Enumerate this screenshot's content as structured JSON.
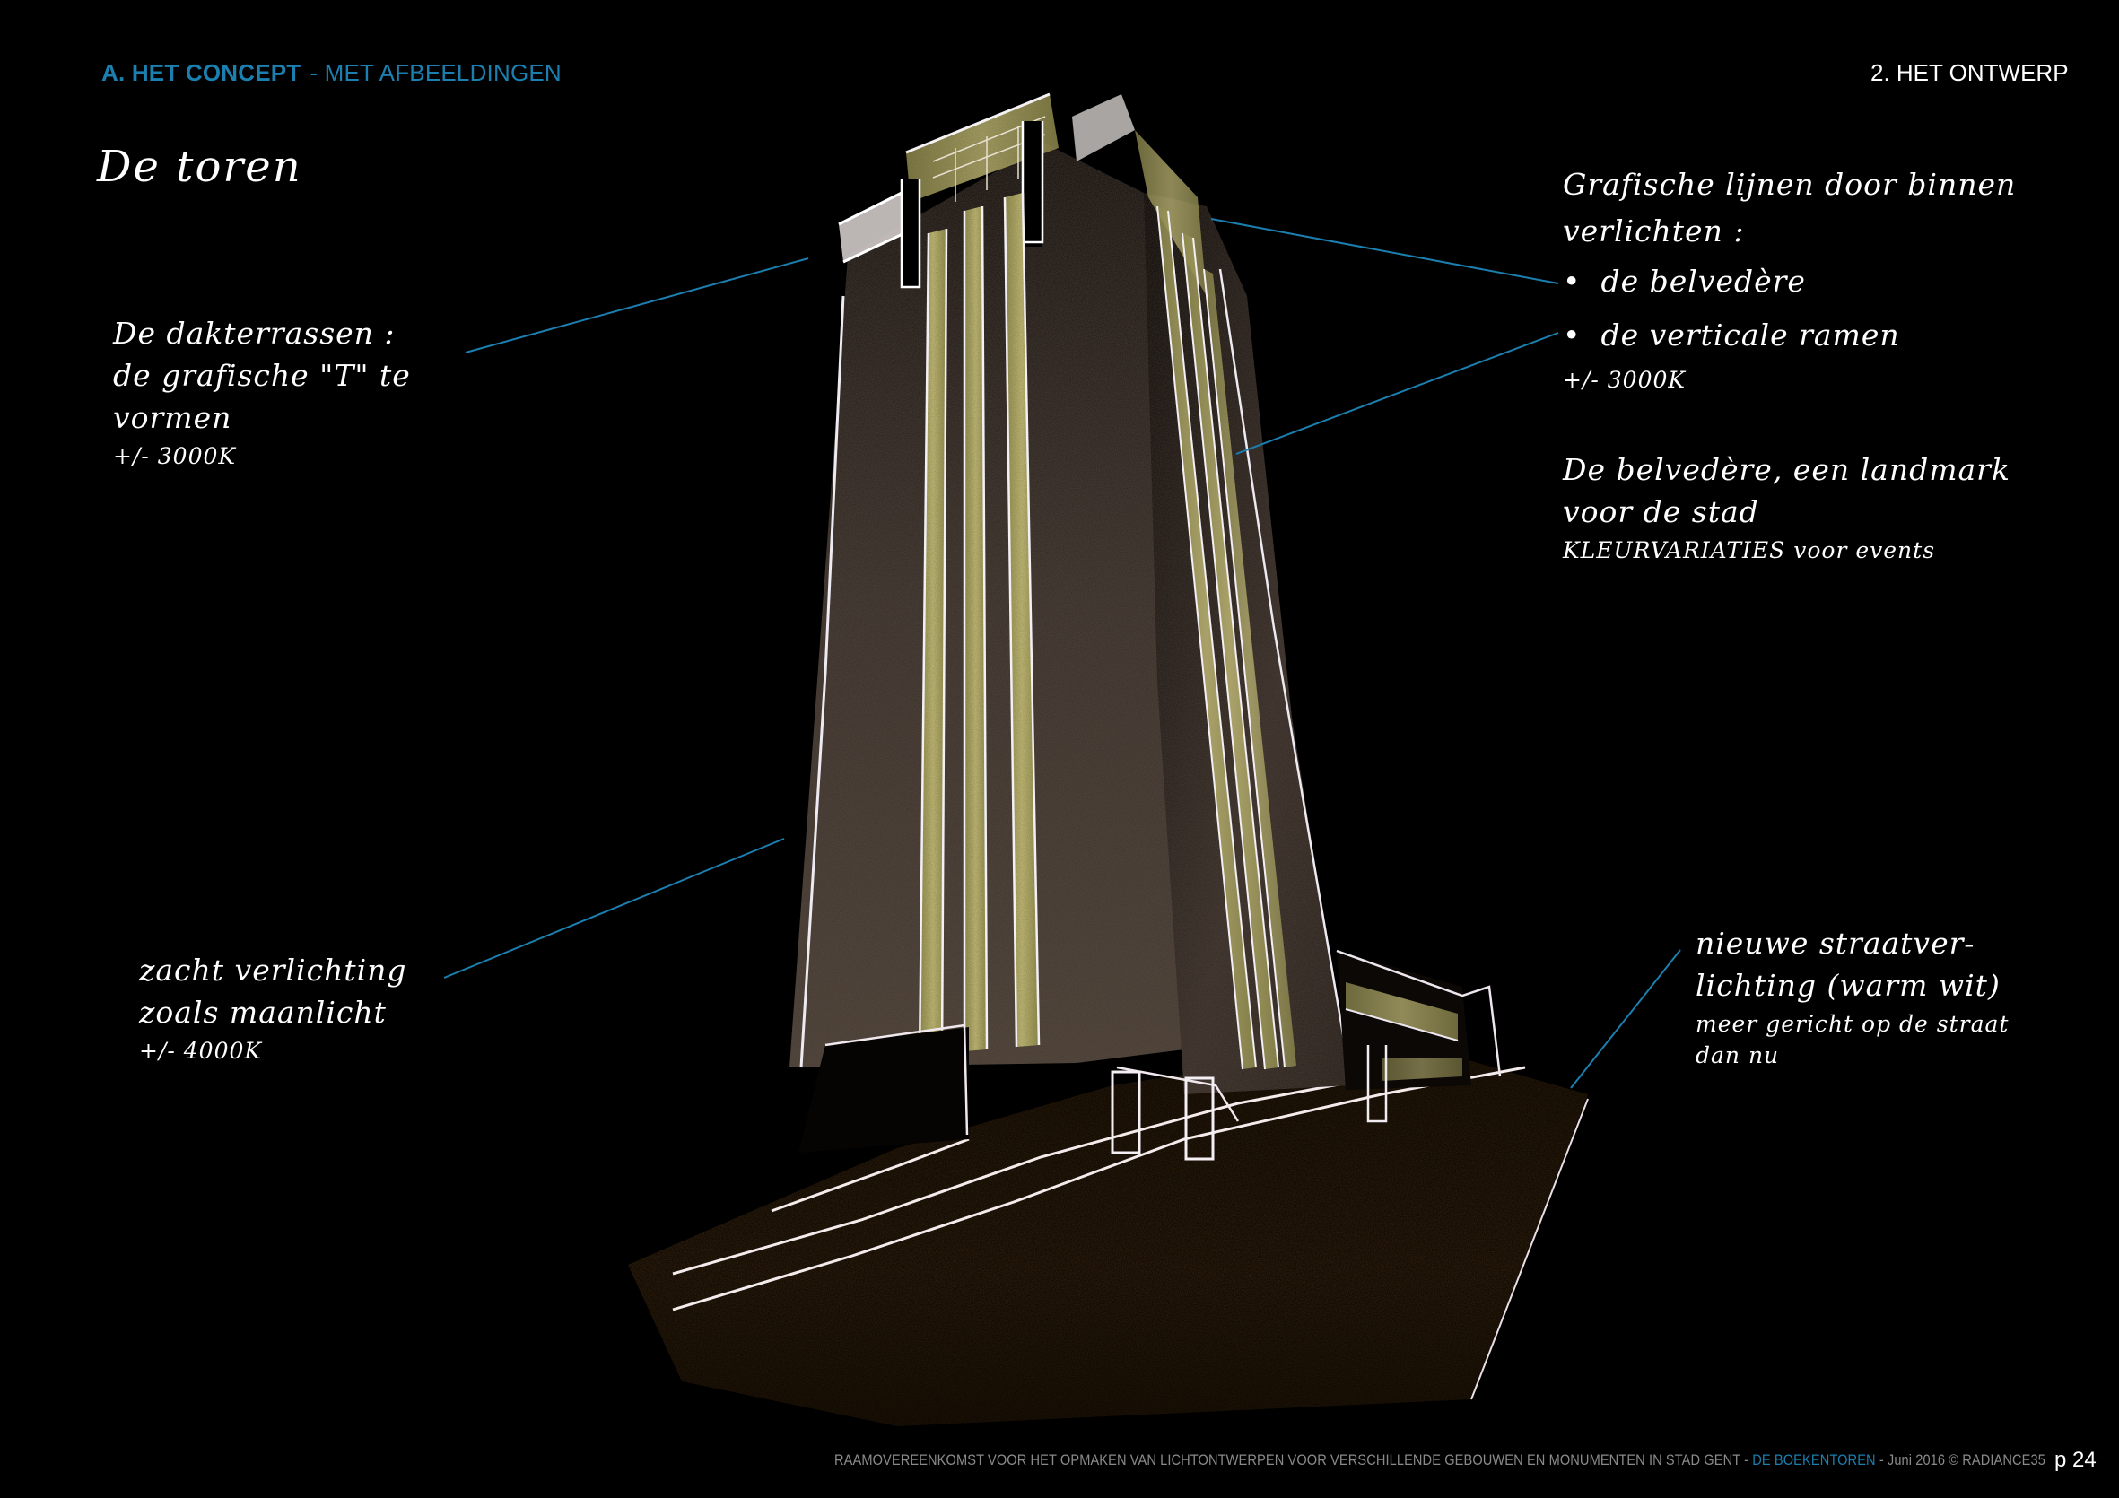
{
  "header": {
    "section_bold": "A. HET CONCEPT",
    "section_sub": "- MET AFBEELDINGEN",
    "chapter": "2. HET ONTWERP"
  },
  "title": "De toren",
  "colors": {
    "accent": "#1b7fb0",
    "background": "#000000",
    "leader_line": "#1b7fb0",
    "window_glow": "#b5ad6a",
    "facade": "#3a302a",
    "street": "#3d2a12",
    "footer_text": "#8a8a8a"
  },
  "notes": {
    "dakterrassen": {
      "line1": "De dakterrassen :",
      "line2": "de grafische \"T\" te",
      "line3": "vormen",
      "temp": "+/- 3000K"
    },
    "grafische_lijnen": {
      "line1": "Grafische lijnen door binnen",
      "line2": "verlichten :",
      "bullets": [
        "de belvedère",
        "de verticale ramen"
      ],
      "temp": "+/- 3000K"
    },
    "belvedere": {
      "line1": "De belvedère, een landmark",
      "line2": "voor de stad",
      "sub_caps": "KLEURVARIATIES",
      "sub_rest": "voor events"
    },
    "zacht": {
      "line1": "zacht verlichting",
      "line2": "zoals maanlicht",
      "temp": "+/- 4000K"
    },
    "straatverlichting": {
      "line1": "nieuwe straatver-",
      "line2": "lichting (warm wit)",
      "line3": "meer gericht op de straat",
      "line4": "dan nu"
    }
  },
  "footer": {
    "text_main": "RAAMOVEREENKOMST VOOR HET OPMAKEN VAN LICHTONTWERPEN VOOR VERSCHILLENDE GEBOUWEN EN MONUMENTEN IN STAD GENT - ",
    "text_accent": "DE BOEKENTOREN",
    "text_end": " - Juni 2016 © RADIANCE35",
    "page": "p 24"
  }
}
